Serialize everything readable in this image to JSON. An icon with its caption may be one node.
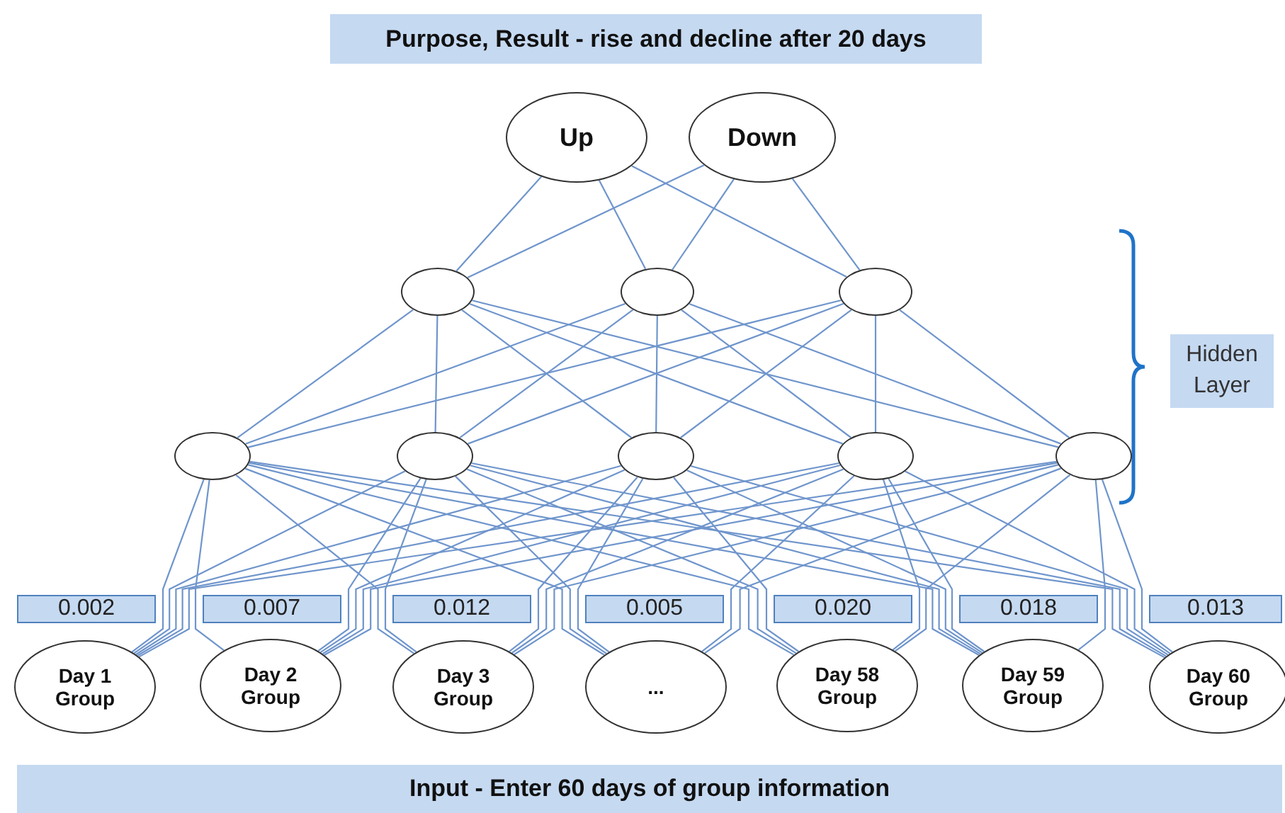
{
  "diagram": {
    "title": "Purpose, Result - rise and decline after 20 days",
    "caption": "Input - Enter 60 days of group information",
    "nodes": [
      {
        "text": [
          "Up"
        ]
      },
      {
        "text": [
          "Down"
        ]
      },
      {
        "text": [],
        "shape": "circle"
      },
      {
        "text": [],
        "shape": "circle"
      },
      {
        "text": [],
        "shape": "circle"
      },
      {
        "text": [],
        "shape": "circle"
      },
      {
        "text": [],
        "shape": "circle"
      },
      {
        "text": [],
        "shape": "circle"
      },
      {
        "text": [],
        "shape": "circle"
      },
      {
        "text": [],
        "shape": "circle"
      },
      {
        "text": [
          "0.002"
        ]
      },
      {
        "text": [
          "0.007"
        ]
      },
      {
        "text": [
          "0.012"
        ]
      },
      {
        "text": [
          "0.005"
        ]
      },
      {
        "text": [
          "0.020"
        ]
      },
      {
        "text": [
          "0.018"
        ]
      },
      {
        "text": [
          "0.013"
        ]
      },
      {
        "text": [
          "Day 1 Group"
        ]
      },
      {
        "text": [
          "Day 2 Group"
        ]
      },
      {
        "text": [
          "Day 3 Group"
        ]
      },
      {
        "text": [
          "..."
        ]
      },
      {
        "text": [
          "Day 58 Group"
        ]
      },
      {
        "text": [
          "Day 59 Group"
        ]
      },
      {
        "text": [
          "Day 60 Group"
        ]
      }
    ],
    "edges": [
      {
        "from": 17,
        "to": 5,
        "arrow": "none"
      },
      {
        "from": 17,
        "to": 6,
        "arrow": "none"
      },
      {
        "from": 17,
        "to": 7,
        "arrow": "none"
      },
      {
        "from": 17,
        "to": 8,
        "arrow": "none"
      },
      {
        "from": 17,
        "to": 9,
        "arrow": "none"
      },
      {
        "from": 18,
        "to": 5,
        "arrow": "none"
      },
      {
        "from": 18,
        "to": 6,
        "arrow": "none"
      },
      {
        "from": 18,
        "to": 7,
        "arrow": "none"
      },
      {
        "from": 18,
        "to": 8,
        "arrow": "none"
      },
      {
        "from": 18,
        "to": 9,
        "arrow": "none"
      },
      {
        "from": 19,
        "to": 5,
        "arrow": "none"
      },
      {
        "from": 19,
        "to": 6,
        "arrow": "none"
      },
      {
        "from": 19,
        "to": 7,
        "arrow": "none"
      },
      {
        "from": 19,
        "to": 8,
        "arrow": "none"
      },
      {
        "from": 19,
        "to": 9,
        "arrow": "none"
      },
      {
        "from": 20,
        "to": 5,
        "arrow": "none"
      },
      {
        "from": 20,
        "to": 6,
        "arrow": "none"
      },
      {
        "from": 20,
        "to": 7,
        "arrow": "none"
      },
      {
        "from": 20,
        "to": 8,
        "arrow": "none"
      },
      {
        "from": 20,
        "to": 9,
        "arrow": "none"
      },
      {
        "from": 21,
        "to": 5,
        "arrow": "none"
      },
      {
        "from": 21,
        "to": 6,
        "arrow": "none"
      },
      {
        "from": 21,
        "to": 7,
        "arrow": "none"
      },
      {
        "from": 21,
        "to": 8,
        "arrow": "none"
      },
      {
        "from": 21,
        "to": 9,
        "arrow": "none"
      },
      {
        "from": 22,
        "to": 5,
        "arrow": "none"
      },
      {
        "from": 22,
        "to": 6,
        "arrow": "none"
      },
      {
        "from": 22,
        "to": 7,
        "arrow": "none"
      },
      {
        "from": 22,
        "to": 8,
        "arrow": "none"
      },
      {
        "from": 22,
        "to": 9,
        "arrow": "none"
      },
      {
        "from": 23,
        "to": 5,
        "arrow": "none"
      },
      {
        "from": 23,
        "to": 6,
        "arrow": "none"
      },
      {
        "from": 23,
        "to": 7,
        "arrow": "none"
      },
      {
        "from": 23,
        "to": 8,
        "arrow": "none"
      },
      {
        "from": 23,
        "to": 9,
        "arrow": "none"
      },
      {
        "from": 5,
        "to": 2,
        "arrow": "none"
      },
      {
        "from": 5,
        "to": 3,
        "arrow": "none"
      },
      {
        "from": 5,
        "to": 4,
        "arrow": "none"
      },
      {
        "from": 6,
        "to": 2,
        "arrow": "none"
      },
      {
        "from": 6,
        "to": 3,
        "arrow": "none"
      },
      {
        "from": 6,
        "to": 4,
        "arrow": "none"
      },
      {
        "from": 7,
        "to": 2,
        "arrow": "none"
      },
      {
        "from": 7,
        "to": 3,
        "arrow": "none"
      },
      {
        "from": 7,
        "to": 4,
        "arrow": "none"
      },
      {
        "from": 8,
        "to": 2,
        "arrow": "none"
      },
      {
        "from": 8,
        "to": 3,
        "arrow": "none"
      },
      {
        "from": 8,
        "to": 4,
        "arrow": "none"
      },
      {
        "from": 9,
        "to": 2,
        "arrow": "none"
      },
      {
        "from": 9,
        "to": 3,
        "arrow": "none"
      },
      {
        "from": 9,
        "to": 4,
        "arrow": "none"
      },
      {
        "from": 2,
        "to": 0,
        "arrow": "none"
      },
      {
        "from": 2,
        "to": 1,
        "arrow": "none"
      },
      {
        "from": 3,
        "to": 0,
        "arrow": "none"
      },
      {
        "from": 3,
        "to": 1,
        "arrow": "none"
      },
      {
        "from": 4,
        "to": 0,
        "arrow": "none"
      },
      {
        "from": 4,
        "to": 1,
        "arrow": "none"
      }
    ],
    "labels": [
      "Hidden Layer"
    ]
  }
}
